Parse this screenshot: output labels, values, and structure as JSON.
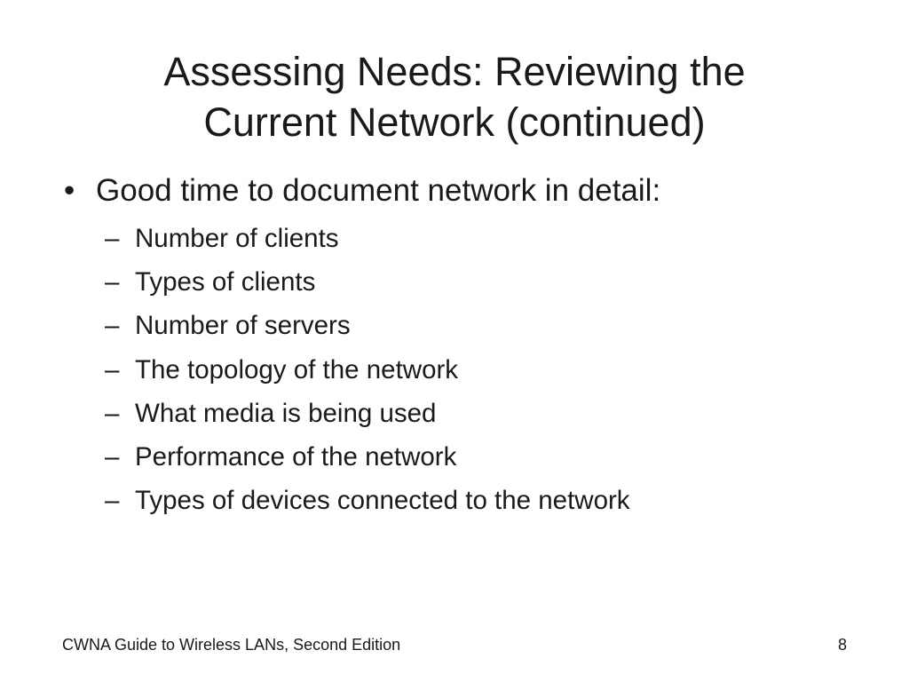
{
  "slide": {
    "title_lines": [
      "Assessing Needs: Reviewing the",
      "Current Network (continued)"
    ],
    "bullet": {
      "marker": "•",
      "text": "Good time to document network in detail:"
    },
    "sub_marker": "–",
    "subitems": [
      "Number of clients",
      "Types of clients",
      "Number of servers",
      "The topology of the network",
      "What media is being used",
      "Performance of the network",
      "Types of devices connected to the network"
    ],
    "footer": {
      "left": "CWNA Guide to Wireless LANs, Second Edition",
      "page_number": "8"
    }
  }
}
